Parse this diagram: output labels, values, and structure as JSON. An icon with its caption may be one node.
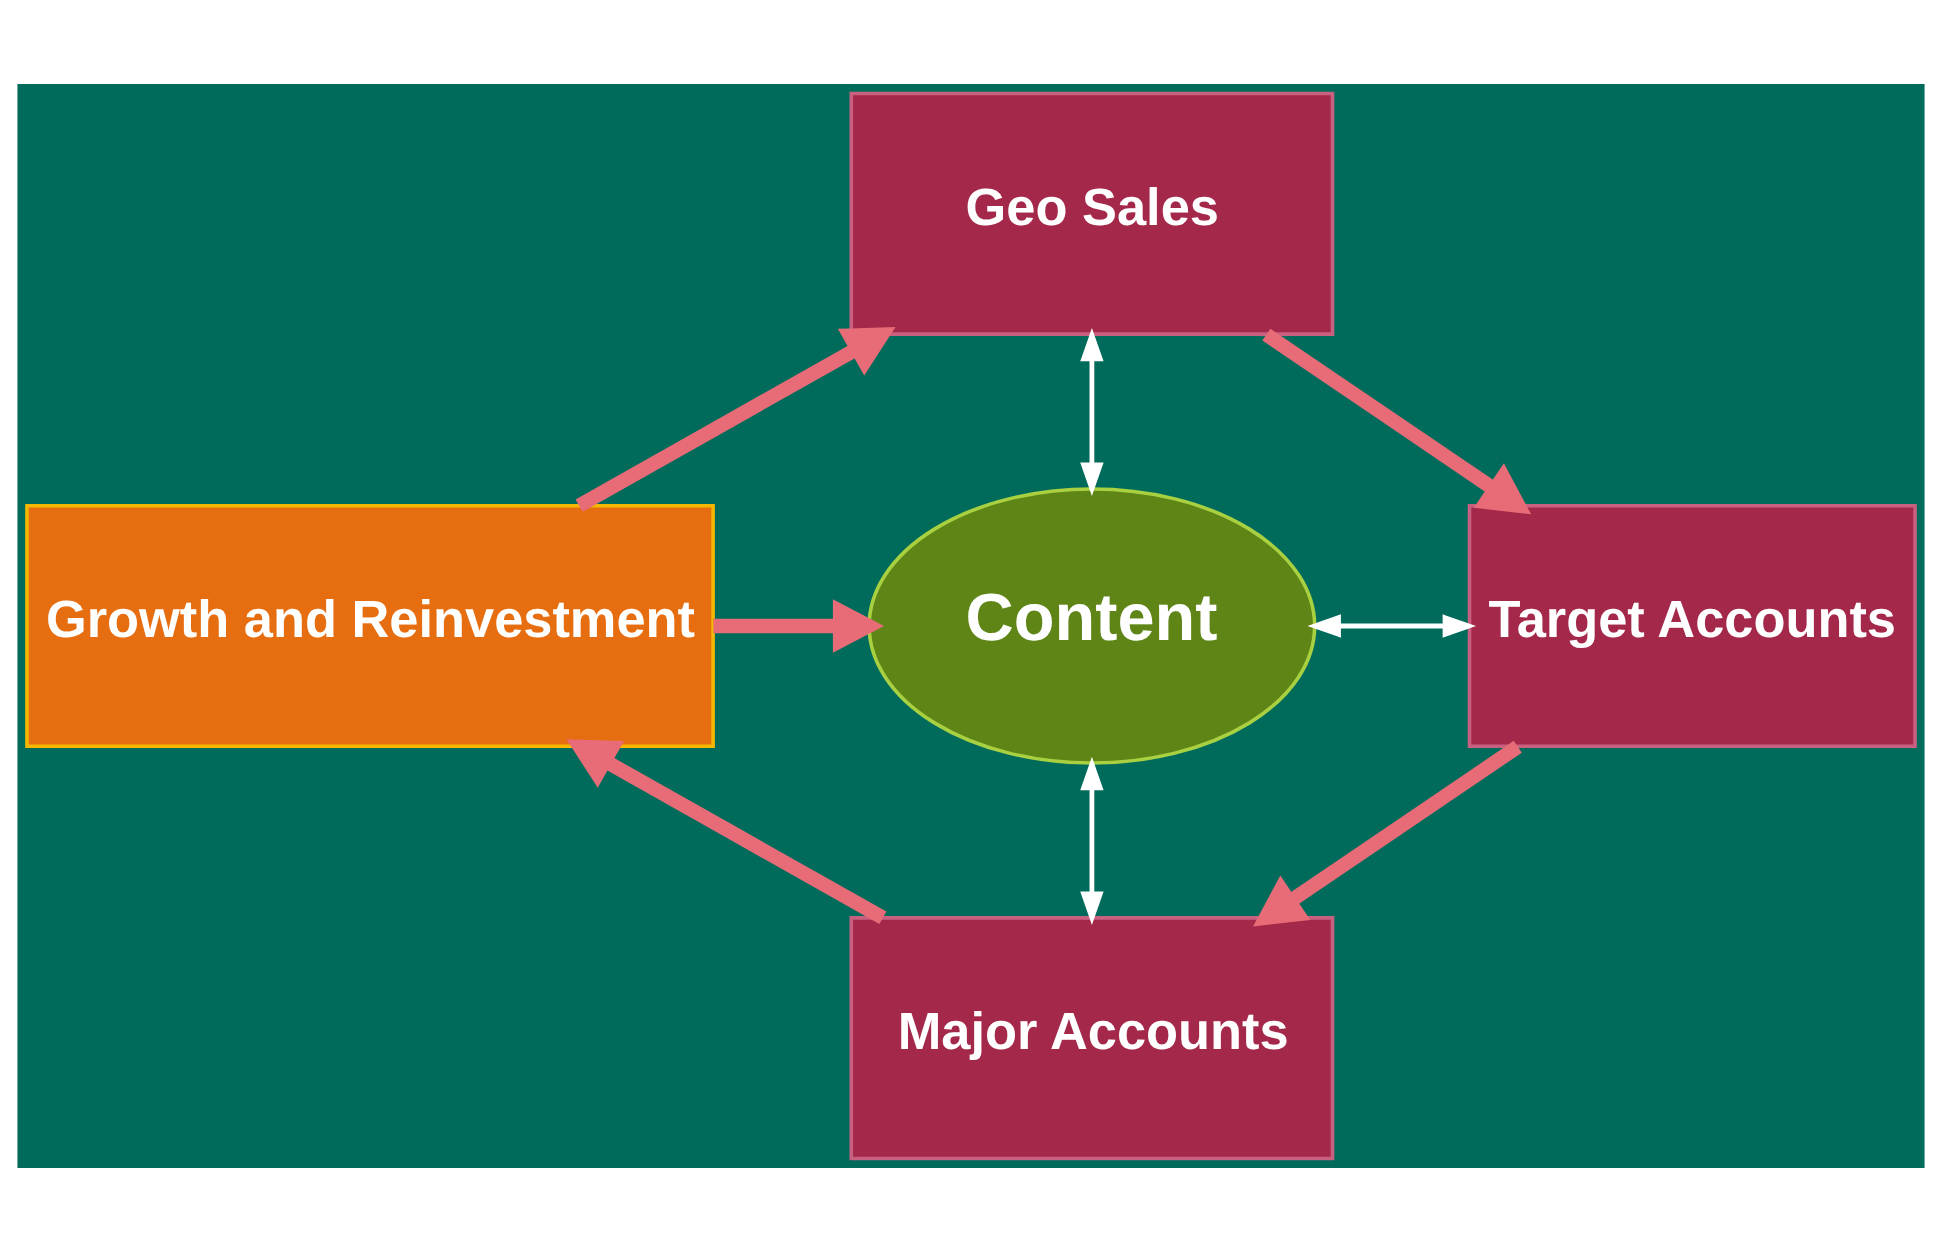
{
  "diagram": {
    "nodes": [
      {
        "text": [
          "Geo Sales"
        ]
      },
      {
        "text": [
          "Growth and Reinvestment"
        ]
      },
      {
        "text": [
          "Content"
        ]
      },
      {
        "text": [
          "Target Accounts"
        ]
      },
      {
        "text": [
          "Major Accounts"
        ]
      }
    ],
    "edges": [
      {
        "from": 1,
        "to": 0,
        "arrow": "to"
      },
      {
        "from": 0,
        "to": 3,
        "arrow": "to"
      },
      {
        "from": 0,
        "to": 2,
        "arrow": "both",
        "color": "#ffffff"
      },
      {
        "from": 1,
        "to": 2,
        "arrow": "to"
      },
      {
        "from": 2,
        "to": 3,
        "arrow": "both",
        "color": "#ffffff"
      },
      {
        "from": 2,
        "to": 4,
        "arrow": "both",
        "color": "#ffffff"
      },
      {
        "from": 3,
        "to": 4,
        "arrow": "to"
      },
      {
        "from": 4,
        "to": 1,
        "arrow": "to"
      }
    ]
  }
}
